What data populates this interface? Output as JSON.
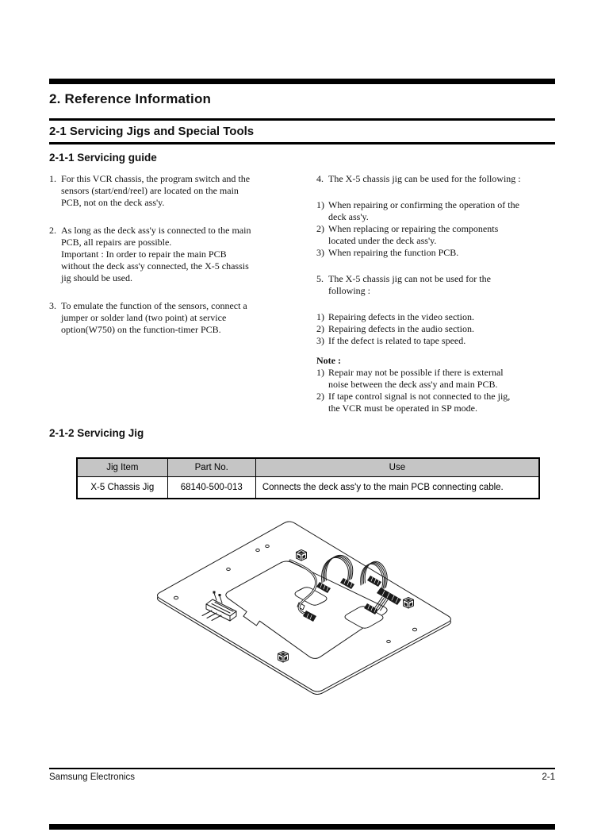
{
  "page": {
    "title": "2. Reference Information",
    "section_heading": "2-1 Servicing Jigs and Special Tools",
    "subsection_1": "2-1-1 Servicing guide",
    "subsection_2": "2-1-2 Servicing Jig"
  },
  "guide": {
    "left_items": [
      {
        "marker": "1.",
        "text": "For this VCR chassis, the program switch and the\nsensors (start/end/reel) are located on the main\nPCB, not on the deck ass'y."
      },
      {
        "marker": "2.",
        "text": "As long as the deck ass'y is connected to the main\nPCB, all repairs are possible.\nImportant : In order to repair the main PCB\nwithout the deck ass'y connected, the X-5 chassis\njig should be used."
      },
      {
        "marker": "3.",
        "text": "To emulate the function of the sensors, connect a\njumper or solder land (two point) at service\noption(W750) on the function-timer PCB."
      }
    ],
    "right_items": [
      {
        "marker": "4.",
        "text": "The X-5 chassis jig can be used for the following :"
      },
      {
        "marker": "1)",
        "text": "When repairing or confirming the operation of the\ndeck ass'y."
      },
      {
        "marker": "2)",
        "text": "When replacing or repairing the components\nlocated under the deck ass'y."
      },
      {
        "marker": "3)",
        "text": "When repairing the function PCB."
      },
      {
        "marker": "5.",
        "text": "The X-5 chassis jig can not be used for the\nfollowing :"
      },
      {
        "marker": "1)",
        "text": "Repairing defects in the video section."
      },
      {
        "marker": "2)",
        "text": "Repairing defects in the audio section."
      },
      {
        "marker": "3)",
        "text": "If the defect is related to tape speed."
      }
    ],
    "note_label": "Note :",
    "note_items": [
      {
        "marker": "1)",
        "text": "Repair may not be possible if there is external\nnoise between the deck ass'y and main PCB."
      },
      {
        "marker": "2)",
        "text": "If tape control signal is not connected to the jig,\nthe VCR must be operated in SP mode."
      }
    ]
  },
  "jig_table": {
    "headers": [
      "Jig Item",
      "Part No.",
      "Use"
    ],
    "rows": [
      [
        "X-5 Chassis Jig",
        "68140-500-013",
        "Connects the deck ass'y to the main PCB connecting cable."
      ]
    ],
    "header_bg": "#c5c5c5"
  },
  "footer": {
    "company": "Samsung Electronics",
    "page_number": "2-1"
  }
}
